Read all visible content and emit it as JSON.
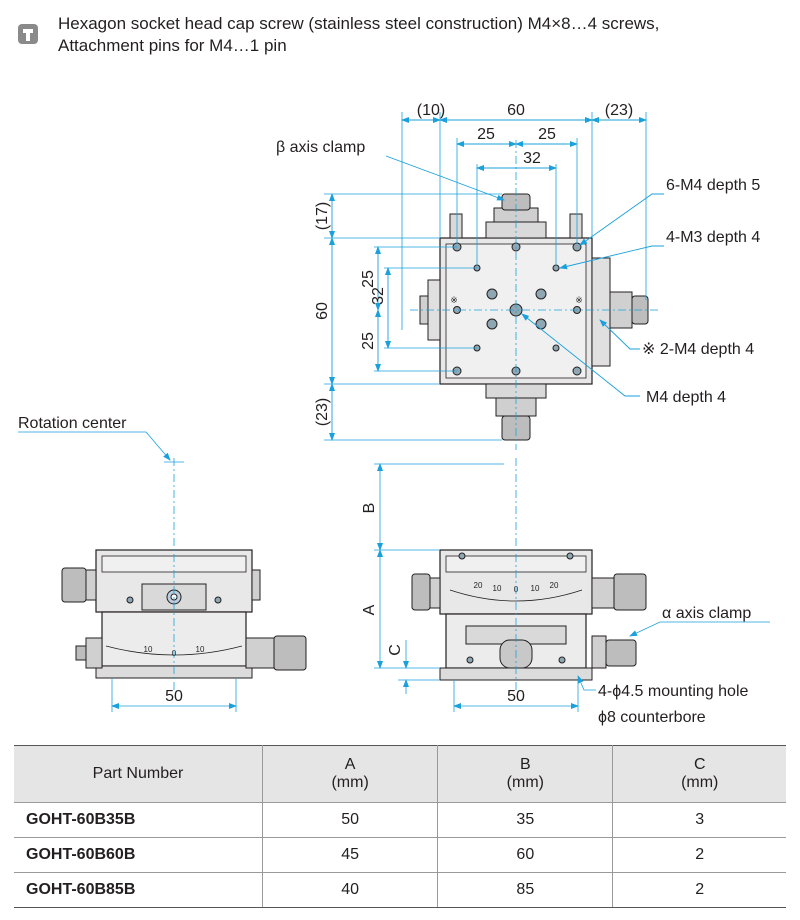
{
  "header": {
    "icon": "screw-icon",
    "line1": "Hexagon socket head cap screw (stainless steel construction) M4×8…4 screws,",
    "line2": "Attachment pins for M4…1 pin"
  },
  "top_view": {
    "dim_left_offset": "(10)",
    "dim_width": "60",
    "dim_right_offset": "(23)",
    "dim_25_left": "25",
    "dim_25_right": "25",
    "dim_32_h": "32",
    "dim_17": "(17)",
    "dim_height": "60",
    "dim_25_top": "25",
    "dim_32_v": "32",
    "dim_25_bottom": "25",
    "dim_23_bottom": "(23)",
    "beta_clamp": "β axis clamp",
    "m4_depth5": "6-M4 depth 5",
    "m3_depth4": "4-M3 depth 4",
    "m4_2_depth4": "※ 2-M4 depth 4",
    "m4_center": "M4 depth 4",
    "star_mark": "※"
  },
  "side_view": {
    "rotation_center": "Rotation center",
    "dim_50": "50",
    "scale_marks": [
      "10",
      "0",
      "10"
    ]
  },
  "front_view": {
    "dim_b": "B",
    "dim_a": "A",
    "dim_c": "C",
    "dim_50": "50",
    "alpha_clamp": "α axis clamp",
    "mounting_hole": "4-ϕ4.5 mounting hole",
    "counterbore": "ϕ8 counterbore",
    "scale_marks": [
      "20",
      "10",
      "0",
      "10",
      "20"
    ]
  },
  "table": {
    "headers": [
      {
        "name": "Part Number",
        "unit": ""
      },
      {
        "name": "A",
        "unit": "(mm)"
      },
      {
        "name": "B",
        "unit": "(mm)"
      },
      {
        "name": "C",
        "unit": "(mm)"
      }
    ],
    "rows": [
      {
        "part": "GOHT-60B35B",
        "a": "50",
        "b": "35",
        "c": "3"
      },
      {
        "part": "GOHT-60B60B",
        "a": "45",
        "b": "60",
        "c": "2"
      },
      {
        "part": "GOHT-60B85B",
        "a": "40",
        "b": "85",
        "c": "2"
      }
    ]
  },
  "colors": {
    "dimension": "#1aa0dc",
    "line": "#231f20",
    "body": "#e8e8e8",
    "table_header": "#e5e5e6"
  }
}
